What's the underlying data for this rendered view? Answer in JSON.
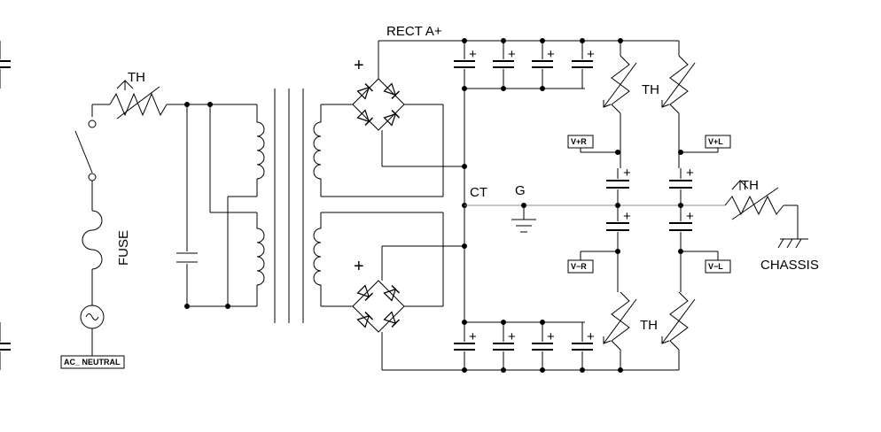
{
  "labels": {
    "th": "TH",
    "fuse": "FUSE",
    "ac_neutral": "AC_ NEUTRAL",
    "rect_a_plus": "RECT A+",
    "ct": "CT",
    "g": "G",
    "chassis": "CHASSIS",
    "plus": "+",
    "v_plus_r": "V+R",
    "v_plus_l": "V+L",
    "v_minus_r": "V−R",
    "v_minus_l": "V−L"
  }
}
